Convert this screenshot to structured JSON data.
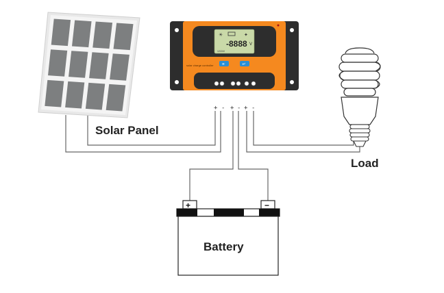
{
  "labels": {
    "solar_panel": "Solar Panel",
    "load": "Load",
    "battery": "Battery"
  },
  "controller": {
    "brand_text": "solar charge controller",
    "lcd_digits": "-8888",
    "lcd_unit": "V",
    "lcd_small_left": "12/24V",
    "terminal_signs": [
      "+",
      "-",
      "+",
      "-",
      "+",
      "-"
    ]
  },
  "battery_terminals": {
    "positive": "+",
    "negative": "−"
  },
  "colors": {
    "controller_body": "#f5891f",
    "controller_dark": "#2d2d2d",
    "lcd": "#c9d9a8",
    "button_blue": "#2a8fd6",
    "panel_cell": "#7d7f80",
    "wire": "#666666"
  },
  "icons": {
    "solar_panel": "solar-panel-icon",
    "controller": "charge-controller-icon",
    "bulb": "cfl-bulb-icon",
    "battery": "battery-icon"
  }
}
